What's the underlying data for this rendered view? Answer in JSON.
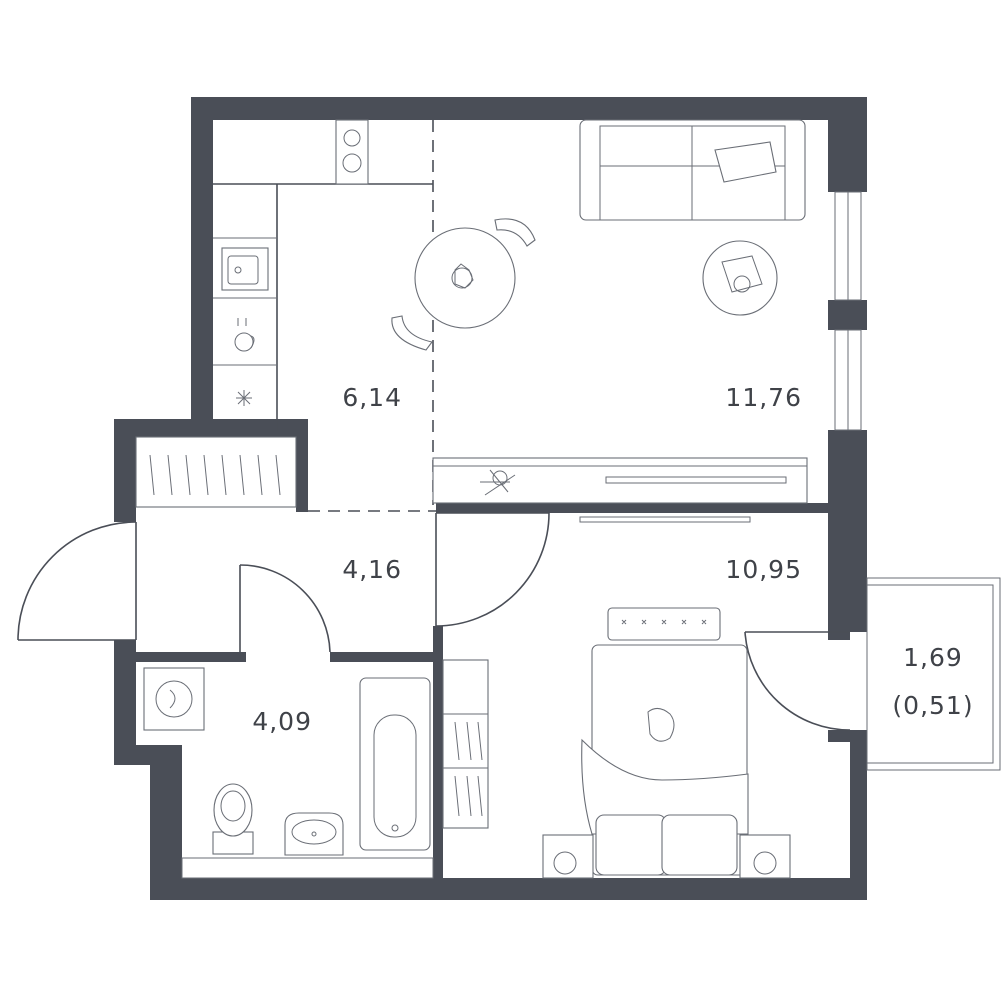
{
  "rooms": {
    "kitchen": {
      "area": "6,14"
    },
    "living": {
      "area": "11,76"
    },
    "hall": {
      "area": "4,16"
    },
    "bedroom": {
      "area": "10,95"
    },
    "bathroom": {
      "area": "4,09"
    },
    "balcony": {
      "area": "1,69",
      "area_reduced": "(0,51)"
    }
  },
  "colors": {
    "wall": "#4a4e57",
    "line": "#6a6e76",
    "background": "#ffffff"
  }
}
